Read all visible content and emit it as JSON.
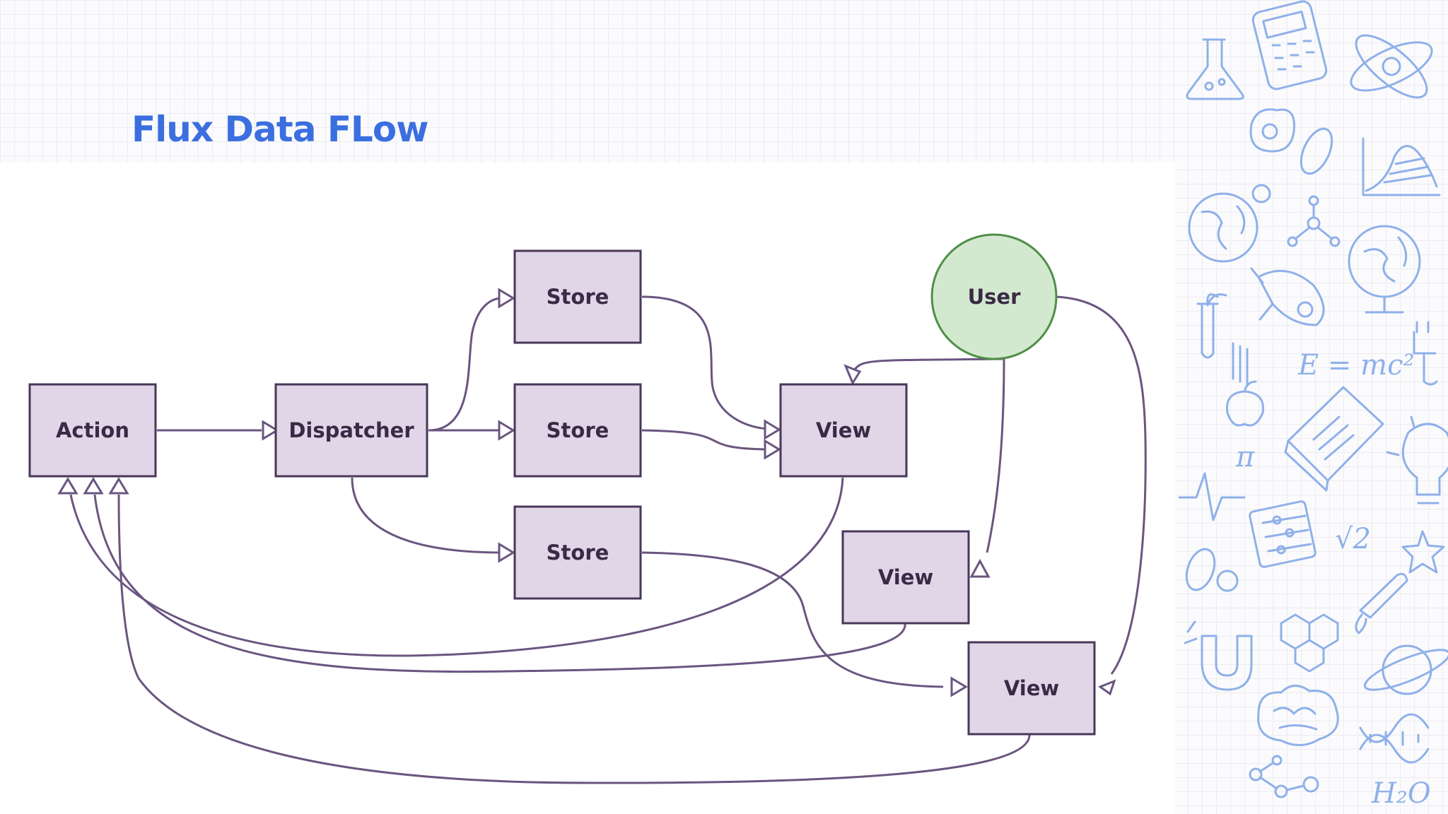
{
  "title": "Flux Data FLow",
  "nodes": {
    "action": "Action",
    "dispatcher": "Dispatcher",
    "store_top": "Store",
    "store_middle": "Store",
    "store_bottom": "Store",
    "user": "User",
    "view_main": "View",
    "view_second": "View",
    "view_third": "View"
  },
  "decoration": {
    "formula": "E = mc²",
    "root": "√2",
    "pi": "π",
    "water": "H₂O"
  },
  "colors": {
    "title": "#3b6fe0",
    "box_fill": "#e0d6e8",
    "box_stroke": "#4a3758",
    "user_fill": "#d3e9cf",
    "user_stroke": "#4f8f48",
    "edge": "#6a5580",
    "doodle": "#8fb0ea"
  },
  "icons": [
    "flask-icon",
    "calculator-icon",
    "atom-icon",
    "bacteria-icon",
    "chart-icon",
    "globe-icon",
    "molecule-icon",
    "rocket-icon",
    "test-tube-icon",
    "apple-icon",
    "book-icon",
    "lightbulb-icon",
    "abacus-icon",
    "star-icon",
    "magnet-icon",
    "hexagon-molecule-icon",
    "planet-icon",
    "brain-icon",
    "dna-icon"
  ]
}
